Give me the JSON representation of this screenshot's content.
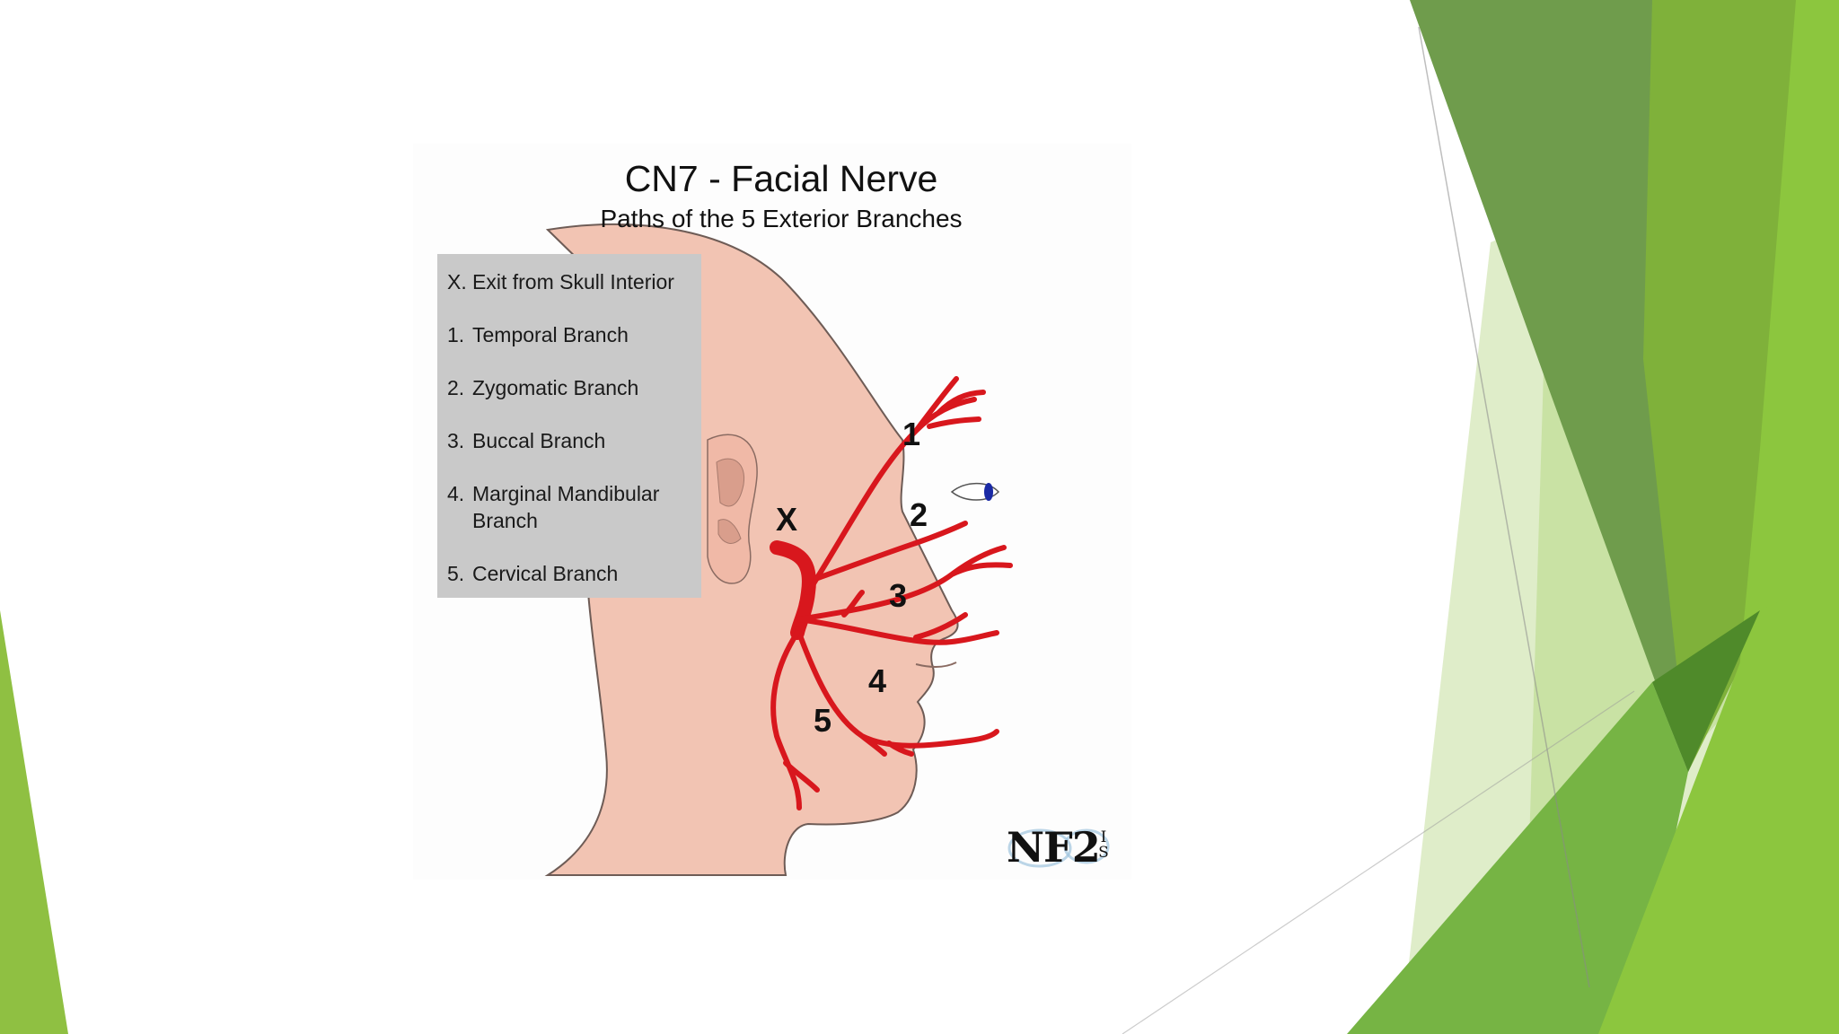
{
  "diagram": {
    "title": "CN7 - Facial Nerve",
    "subtitle": "Paths of the 5 Exterior Branches",
    "legend": [
      {
        "num": "X.",
        "text": "Exit from Skull Interior"
      },
      {
        "num": "1.",
        "text": "Temporal Branch"
      },
      {
        "num": "2.",
        "text": "Zygomatic Branch"
      },
      {
        "num": "3.",
        "text": "Buccal Branch"
      },
      {
        "num": "4.",
        "text": "Marginal Mandibular Branch"
      },
      {
        "num": "5.",
        "text": "Cervical Branch"
      }
    ],
    "labels": {
      "x": "X",
      "b1": "1",
      "b2": "2",
      "b3": "3",
      "b4": "4",
      "b5": "5"
    },
    "logo": {
      "text": "NF2",
      "sub": "I S"
    }
  },
  "colors": {
    "skin": "#f2c4b3",
    "skin_outline": "#6e5c56",
    "nerve": "#d8171d",
    "legend_bg": "#c9c9c9",
    "green_dark": "#5f9638",
    "green_mid": "#7db742",
    "green_light": "#c7e0a4",
    "iris": "#1a2aa5"
  }
}
